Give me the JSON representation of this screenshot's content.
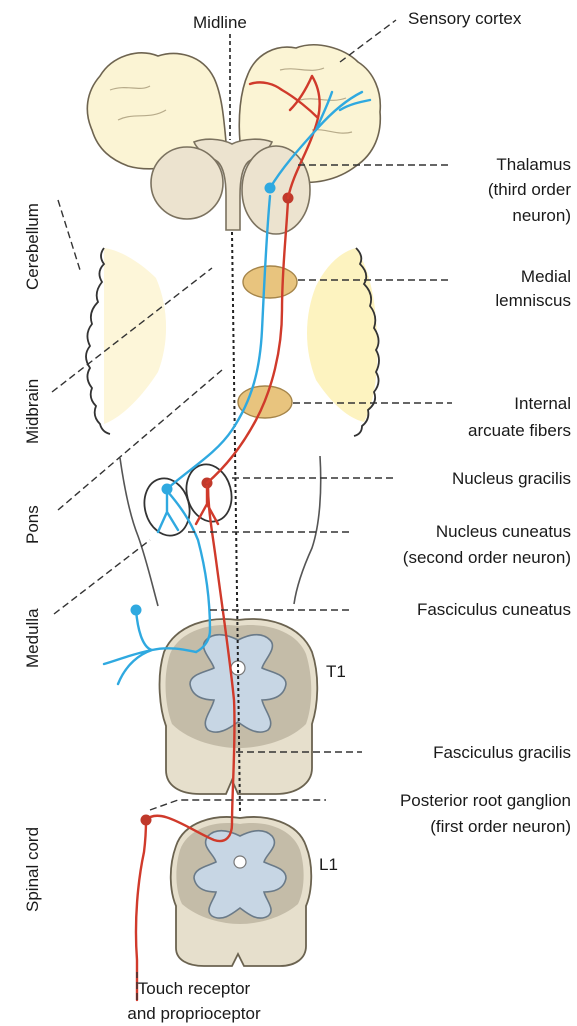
{
  "labels": {
    "midline": "Midline",
    "sensory_cortex": "Sensory cortex",
    "thalamus_1": "Thalamus",
    "thalamus_2": "(third order",
    "thalamus_3": "neuron)",
    "medial_lemniscus_1": "Medial",
    "medial_lemniscus_2": "lemniscus",
    "internal_arcuate_1": "Internal",
    "internal_arcuate_2": "arcuate fibers",
    "nucleus_gracilis": "Nucleus gracilis",
    "nucleus_cuneatus_1": "Nucleus cuneatus",
    "nucleus_cuneatus_2": "(second order neuron)",
    "fasciculus_cuneatus": "Fasciculus cuneatus",
    "t1": "T1",
    "fasciculus_gracilis": "Fasciculus gracilis",
    "posterior_root_1": "Posterior root ganglion",
    "posterior_root_2": "(first order neuron)",
    "l1": "L1",
    "touch_receptor_1": "Touch receptor",
    "touch_receptor_2": "and proprioceptor"
  },
  "side_labels": {
    "cerebellum": "Cerebellum",
    "midbrain": "Midbrain",
    "pons": "Pons",
    "medulla": "Medulla",
    "spinal_cord": "Spinal cord"
  },
  "colors": {
    "lower_limb_pathway": "#d03a2b",
    "upper_limb_pathway": "#2fa9e0",
    "brain_fill": "#fbf4d4",
    "nucleus_fill": "#e8c47e",
    "grey_matter": "#c7d6e4"
  }
}
